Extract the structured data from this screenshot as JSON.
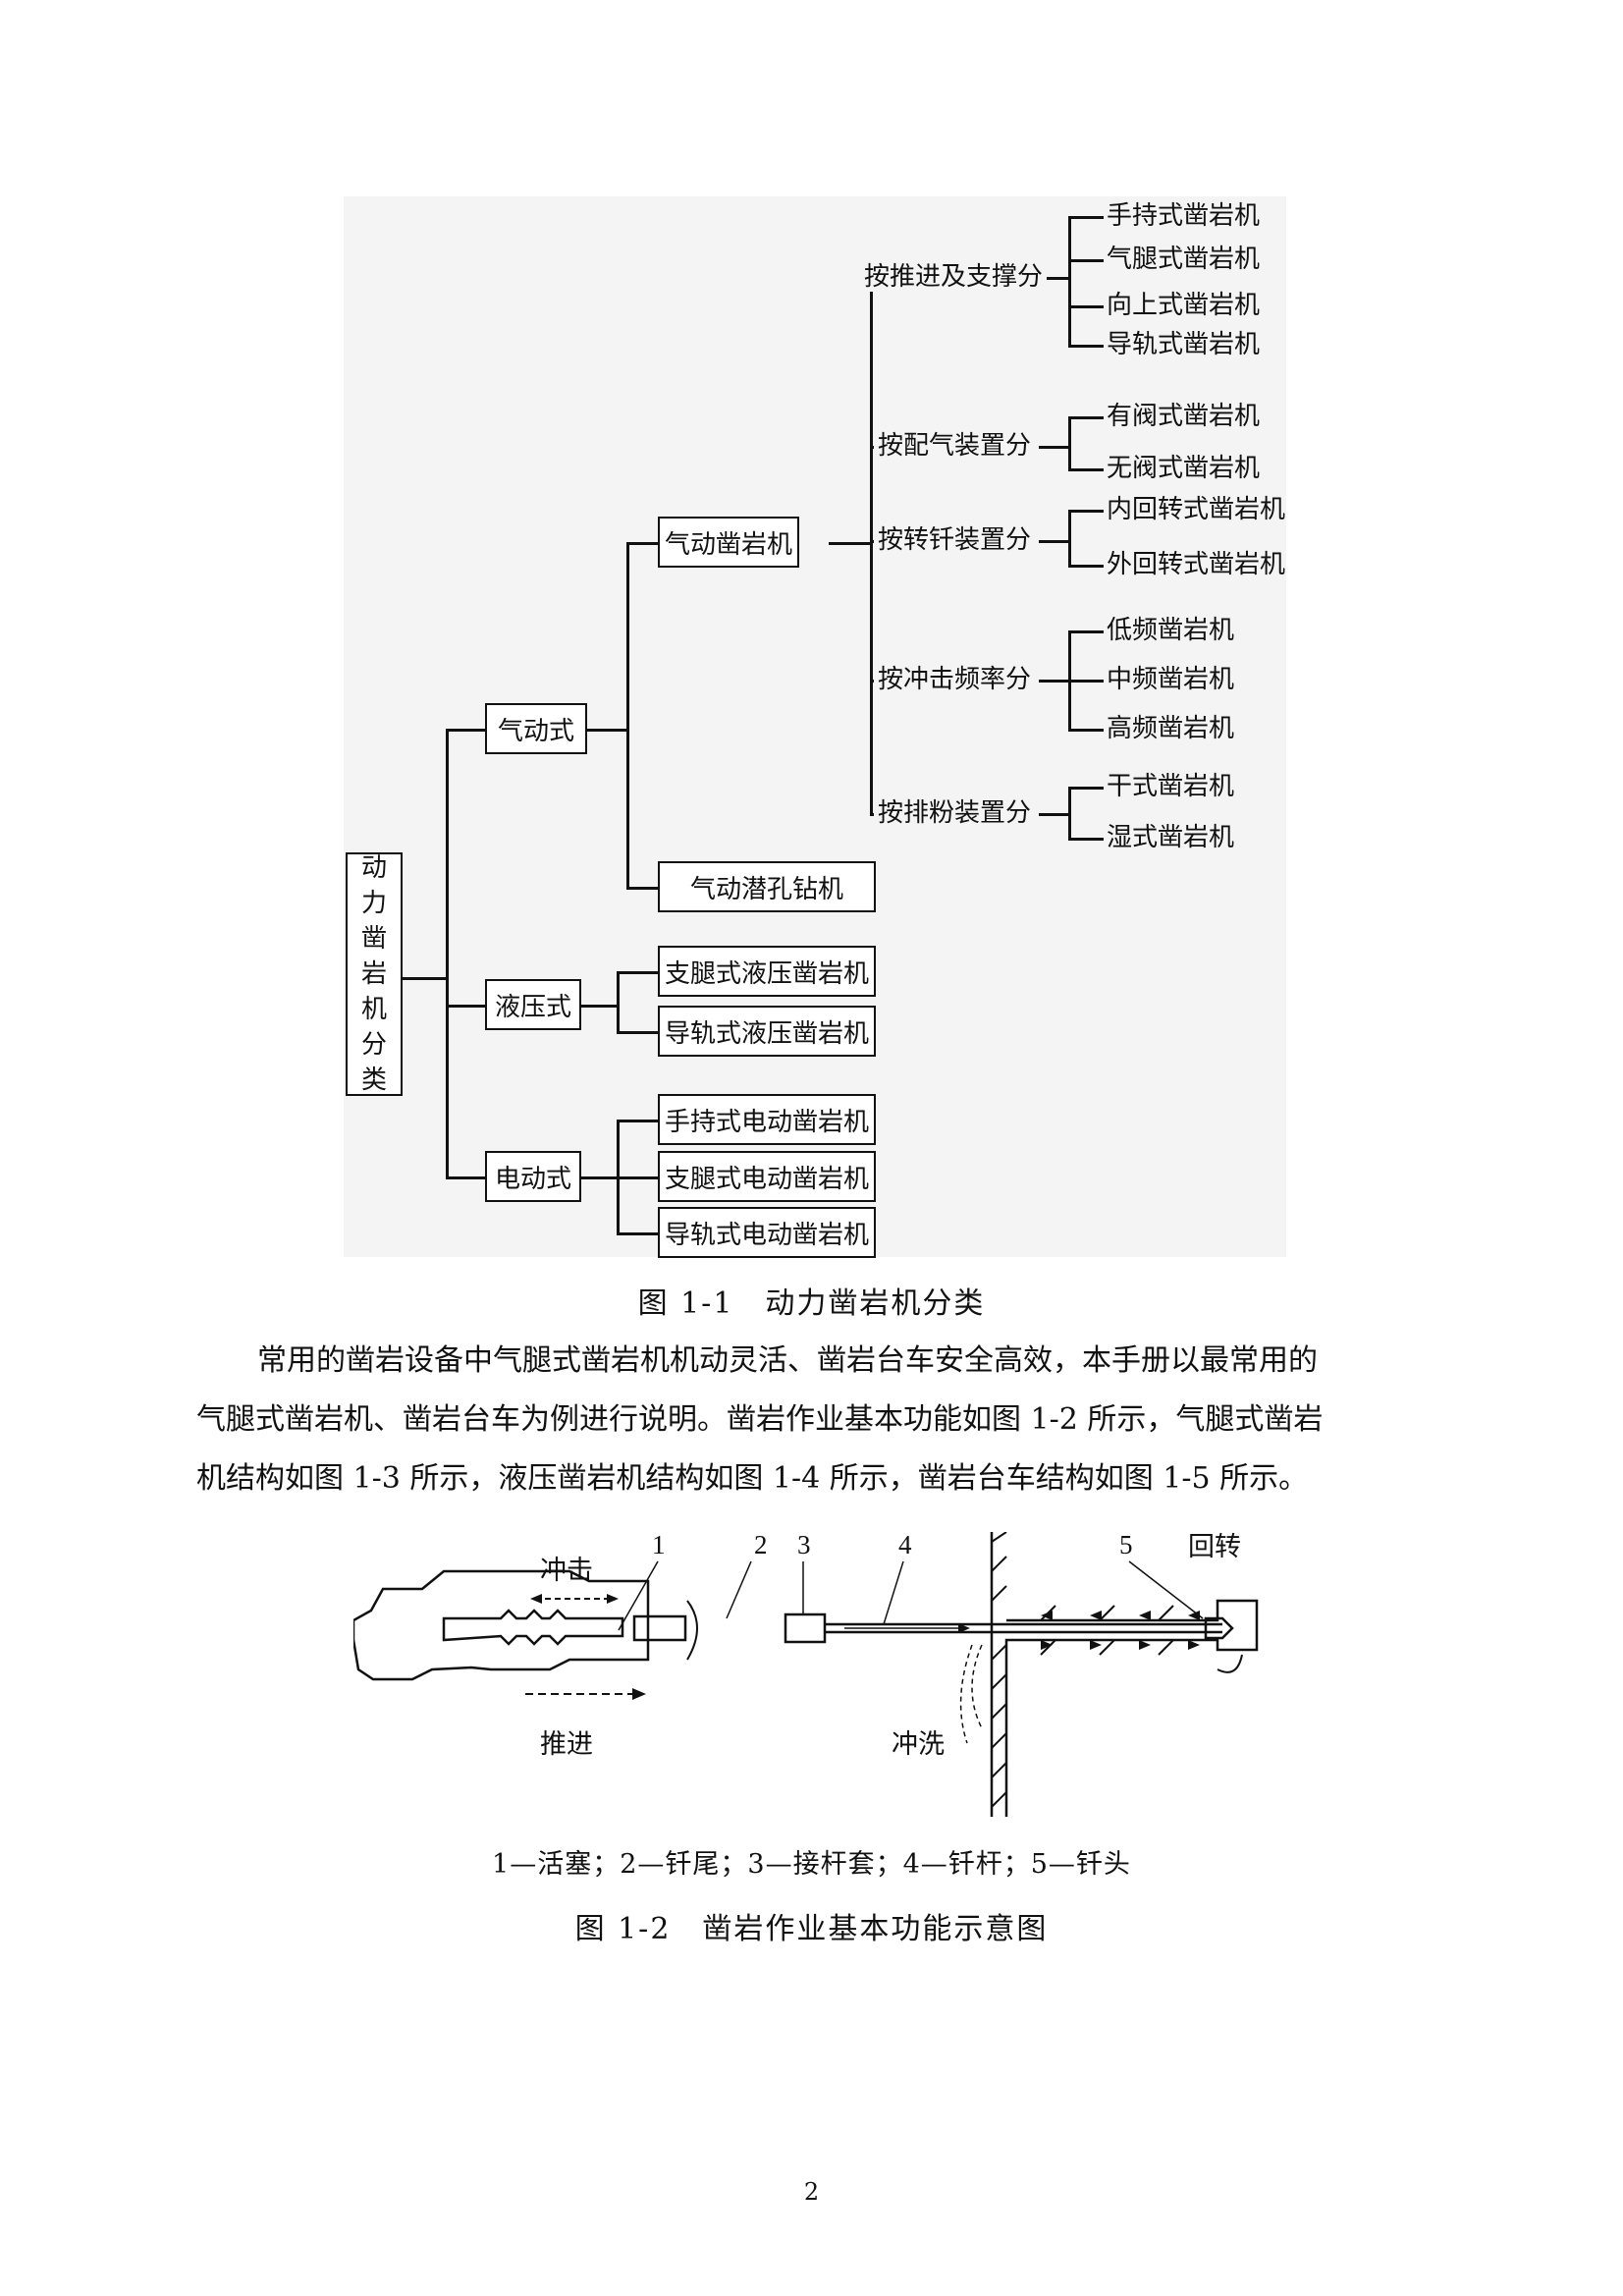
{
  "figure1": {
    "root": [
      "动",
      "力",
      "凿",
      "岩",
      "机",
      "分",
      "类"
    ],
    "level1": {
      "pneumatic": "气动式",
      "hydraulic": "液压式",
      "electric": "电动式"
    },
    "pneumatic_children": {
      "rock_drill": "气动凿岩机",
      "dth_drill": "气动潜孔钻机"
    },
    "criteria": {
      "c1": "按推进及支撑分",
      "c2": "按配气装置分",
      "c3": "按转钎装置分",
      "c4": "按冲击频率分",
      "c5": "按排粉装置分"
    },
    "leaves": {
      "c1": [
        "手持式凿岩机",
        "气腿式凿岩机",
        "向上式凿岩机",
        "导轨式凿岩机"
      ],
      "c2": [
        "有阀式凿岩机",
        "无阀式凿岩机"
      ],
      "c3": [
        "内回转式凿岩机",
        "外回转式凿岩机"
      ],
      "c4": [
        "低频凿岩机",
        "中频凿岩机",
        "高频凿岩机"
      ],
      "c5": [
        "干式凿岩机",
        "湿式凿岩机"
      ]
    },
    "hydraulic_children": [
      "支腿式液压凿岩机",
      "导轨式液压凿岩机"
    ],
    "electric_children": [
      "手持式电动凿岩机",
      "支腿式电动凿岩机",
      "导轨式电动凿岩机"
    ],
    "caption": "图 1-1　动力凿岩机分类"
  },
  "paragraph": {
    "lines": [
      "常用的凿岩设备中气腿式凿岩机机动灵活、凿岩台车安全高效，本手册以最常用的",
      "气腿式凿岩机、凿岩台车为例进行说明。凿岩作业基本功能如图 1-2 所示，气腿式凿岩",
      "机结构如图 1-3 所示，液压凿岩机结构如图 1-4 所示，凿岩台车结构如图 1-5 所示。"
    ]
  },
  "figure2": {
    "labels": {
      "impact": "冲击",
      "feed": "推进",
      "flush": "冲洗",
      "rotate": "回转",
      "n1": "1",
      "n2": "2",
      "n3": "3",
      "n4": "4",
      "n5": "5"
    },
    "legend": "1—活塞；2—钎尾；3—接杆套；4—钎杆；5—钎头",
    "caption": "图 1-2　凿岩作业基本功能示意图"
  },
  "page_number": "2"
}
